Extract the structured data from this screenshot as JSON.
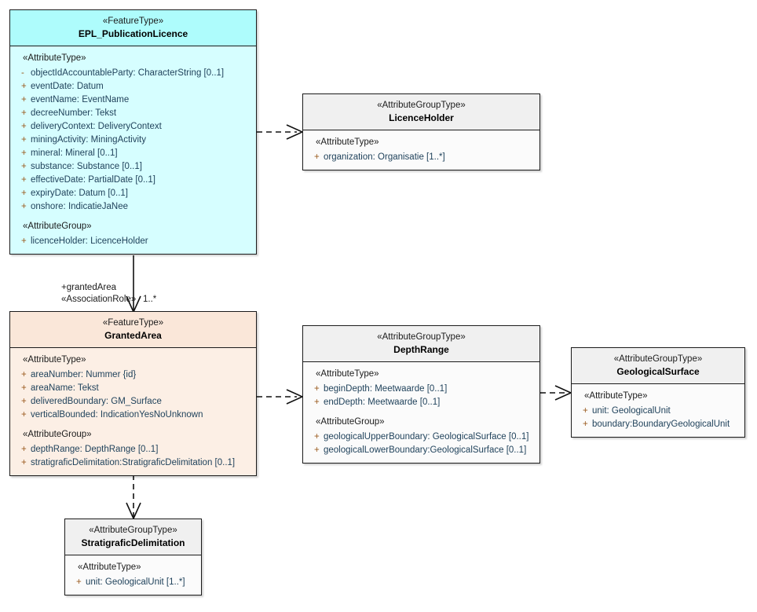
{
  "diagram": {
    "title": "EPL_PublicationLicence UML class diagram",
    "type": "uml-class-diagram",
    "colors": {
      "feature_cyan_header": "#aefcfc",
      "feature_cyan_body": "#d6feff",
      "feature_peach_header": "#fae7d9",
      "feature_peach_body": "#fcefe5",
      "group_gray_header": "#f0f0f0",
      "group_body": "#fbfbfb",
      "border": "#1b1b1b",
      "attribute_text": "#21435c",
      "visibility_marker": "#9a5a1e"
    }
  },
  "classes": {
    "epl_publication_licence": {
      "stereotype": "«FeatureType»",
      "name": "EPL_PublicationLicence",
      "sections": [
        {
          "group": "«AttributeType»",
          "attributes": [
            {
              "vis": "-",
              "text": "objectIdAccountableParty: CharacterString [0..1]"
            },
            {
              "vis": "+",
              "text": "eventDate: Datum"
            },
            {
              "vis": "+",
              "text": "eventName: EventName"
            },
            {
              "vis": "+",
              "text": "decreeNumber: Tekst"
            },
            {
              "vis": "+",
              "text": "deliveryContext: DeliveryContext"
            },
            {
              "vis": "+",
              "text": "miningActivity: MiningActivity"
            },
            {
              "vis": "+",
              "text": "mineral: Mineral [0..1]"
            },
            {
              "vis": "+",
              "text": "substance: Substance [0..1]"
            },
            {
              "vis": "+",
              "text": "effectiveDate: PartialDate [0..1]"
            },
            {
              "vis": "+",
              "text": "expiryDate: Datum [0..1]"
            },
            {
              "vis": "+",
              "text": "onshore: IndicatieJaNee"
            }
          ]
        },
        {
          "group": "«AttributeGroup»",
          "attributes": [
            {
              "vis": "+",
              "text": "licenceHolder: LicenceHolder"
            }
          ]
        }
      ]
    },
    "licence_holder": {
      "stereotype": "«AttributeGroupType»",
      "name": "LicenceHolder",
      "sections": [
        {
          "group": "«AttributeType»",
          "attributes": [
            {
              "vis": "+",
              "text": "organization: Organisatie [1..*]"
            }
          ]
        }
      ]
    },
    "granted_area": {
      "stereotype": "«FeatureType»",
      "name": "GrantedArea",
      "sections": [
        {
          "group": "«AttributeType»",
          "attributes": [
            {
              "vis": "+",
              "text": "areaNumber: Nummer {id}"
            },
            {
              "vis": "+",
              "text": "areaName: Tekst"
            },
            {
              "vis": "+",
              "text": "deliveredBoundary: GM_Surface"
            },
            {
              "vis": "+",
              "text": "verticalBounded: IndicationYesNoUnknown"
            }
          ]
        },
        {
          "group": "«AttributeGroup»",
          "attributes": [
            {
              "vis": "+",
              "text": "depthRange: DepthRange [0..1]"
            },
            {
              "vis": "+",
              "text": "stratigraficDelimitation:StratigraficDelimitation [0..1]"
            }
          ]
        }
      ]
    },
    "depth_range": {
      "stereotype": "«AttributeGroupType»",
      "name": "DepthRange",
      "sections": [
        {
          "group": "«AttributeType»",
          "attributes": [
            {
              "vis": "+",
              "text": "beginDepth: Meetwaarde [0..1]"
            },
            {
              "vis": "+",
              "text": "endDepth: Meetwaarde [0..1]"
            }
          ]
        },
        {
          "group": "«AttributeGroup»",
          "attributes": [
            {
              "vis": "+",
              "text": "geologicalUpperBoundary: GeologicalSurface [0..1]"
            },
            {
              "vis": "+",
              "text": "geologicalLowerBoundary:GeologicalSurface [0..1]"
            }
          ]
        }
      ]
    },
    "geological_surface": {
      "stereotype": "«AttributeGroupType»",
      "name": "GeologicalSurface",
      "sections": [
        {
          "group": "«AttributeType»",
          "attributes": [
            {
              "vis": "+",
              "text": "unit: GeologicalUnit"
            },
            {
              "vis": "+",
              "text": "boundary:BoundaryGeologicalUnit"
            }
          ]
        }
      ]
    },
    "stratigrafic_delimitation": {
      "stereotype": "«AttributeGroupType»",
      "name": "StratigraficDelimitation",
      "sections": [
        {
          "group": "«AttributeType»",
          "attributes": [
            {
              "vis": "+",
              "text": "unit: GeologicalUnit [1..*]"
            }
          ]
        }
      ]
    }
  },
  "connectors": {
    "licence_to_granted_area": {
      "role": "+grantedArea",
      "stereotype": "«AssociationRole»",
      "multiplicity": "1..*",
      "kind": "association"
    },
    "licence_to_licence_holder": {
      "kind": "dependency"
    },
    "granted_area_to_depth_range": {
      "kind": "dependency"
    },
    "depth_range_to_geological_surface": {
      "kind": "dependency"
    },
    "granted_area_to_stratigrafic_delimitation": {
      "kind": "dependency"
    }
  }
}
